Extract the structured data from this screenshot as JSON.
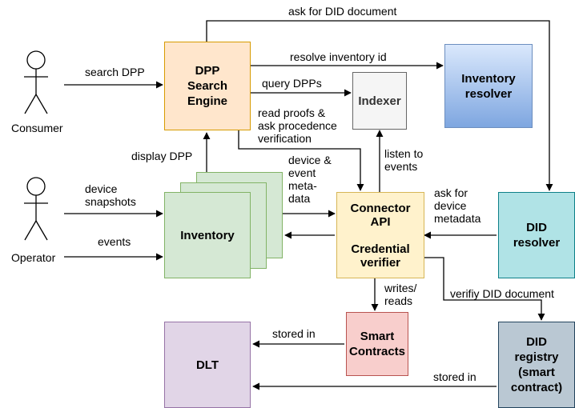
{
  "actors": {
    "consumer": "Consumer",
    "operator": "Operator"
  },
  "boxes": {
    "dpp_search_engine": "DPP\nSearch\nEngine",
    "indexer": "Indexer",
    "inventory_resolver": "Inventory\nresolver",
    "inventory": "Inventory",
    "connector_api": "Connector\nAPI\n\nCredential\nverifier",
    "did_resolver": "DID\nresolver",
    "smart_contracts": "Smart\nContracts",
    "dlt": "DLT",
    "did_registry": "DID\nregistry\n(smart\ncontract)"
  },
  "edge_labels": {
    "ask_for_did_document": "ask for DID document",
    "search_dpp": "search DPP",
    "resolve_inventory_id": "resolve inventory id",
    "query_dpps": "query DPPs",
    "read_proofs": "read proofs &\nask procedence\nverification",
    "display_dpp": "display DPP",
    "device_event_metadata": "device &\nevent\nmeta-\ndata",
    "listen_to_events": "listen to\nevents",
    "device_snapshots": "device\nsnapshots",
    "events": "events",
    "ask_for_device_metadata": "ask for\ndevice\nmetadata",
    "writes_reads": "writes/\nreads",
    "verify_did_document": "verifiy DID document",
    "stored_in_contracts": "stored in",
    "stored_in_registry": "stored in"
  },
  "colors": {
    "dpp_fill": "#ffe6cc",
    "dpp_stroke": "#d79b00",
    "indexer_fill": "#f5f5f5",
    "indexer_stroke": "#666666",
    "inv_resolver_top": "#dae8fc",
    "inv_resolver_bottom": "#7ea6e0",
    "inv_resolver_stroke": "#6c8ebf",
    "inventory_fill": "#d5e8d4",
    "inventory_stroke": "#82b366",
    "connector_fill": "#fff2cc",
    "connector_stroke": "#d6b656",
    "did_resolver_fill": "#b0e3e6",
    "did_resolver_stroke": "#0e8088",
    "smart_fill": "#f8cecc",
    "smart_stroke": "#b85450",
    "dlt_fill": "#e1d5e7",
    "dlt_stroke": "#9673a6",
    "registry_fill": "#bac8d3",
    "registry_stroke": "#23445d"
  }
}
